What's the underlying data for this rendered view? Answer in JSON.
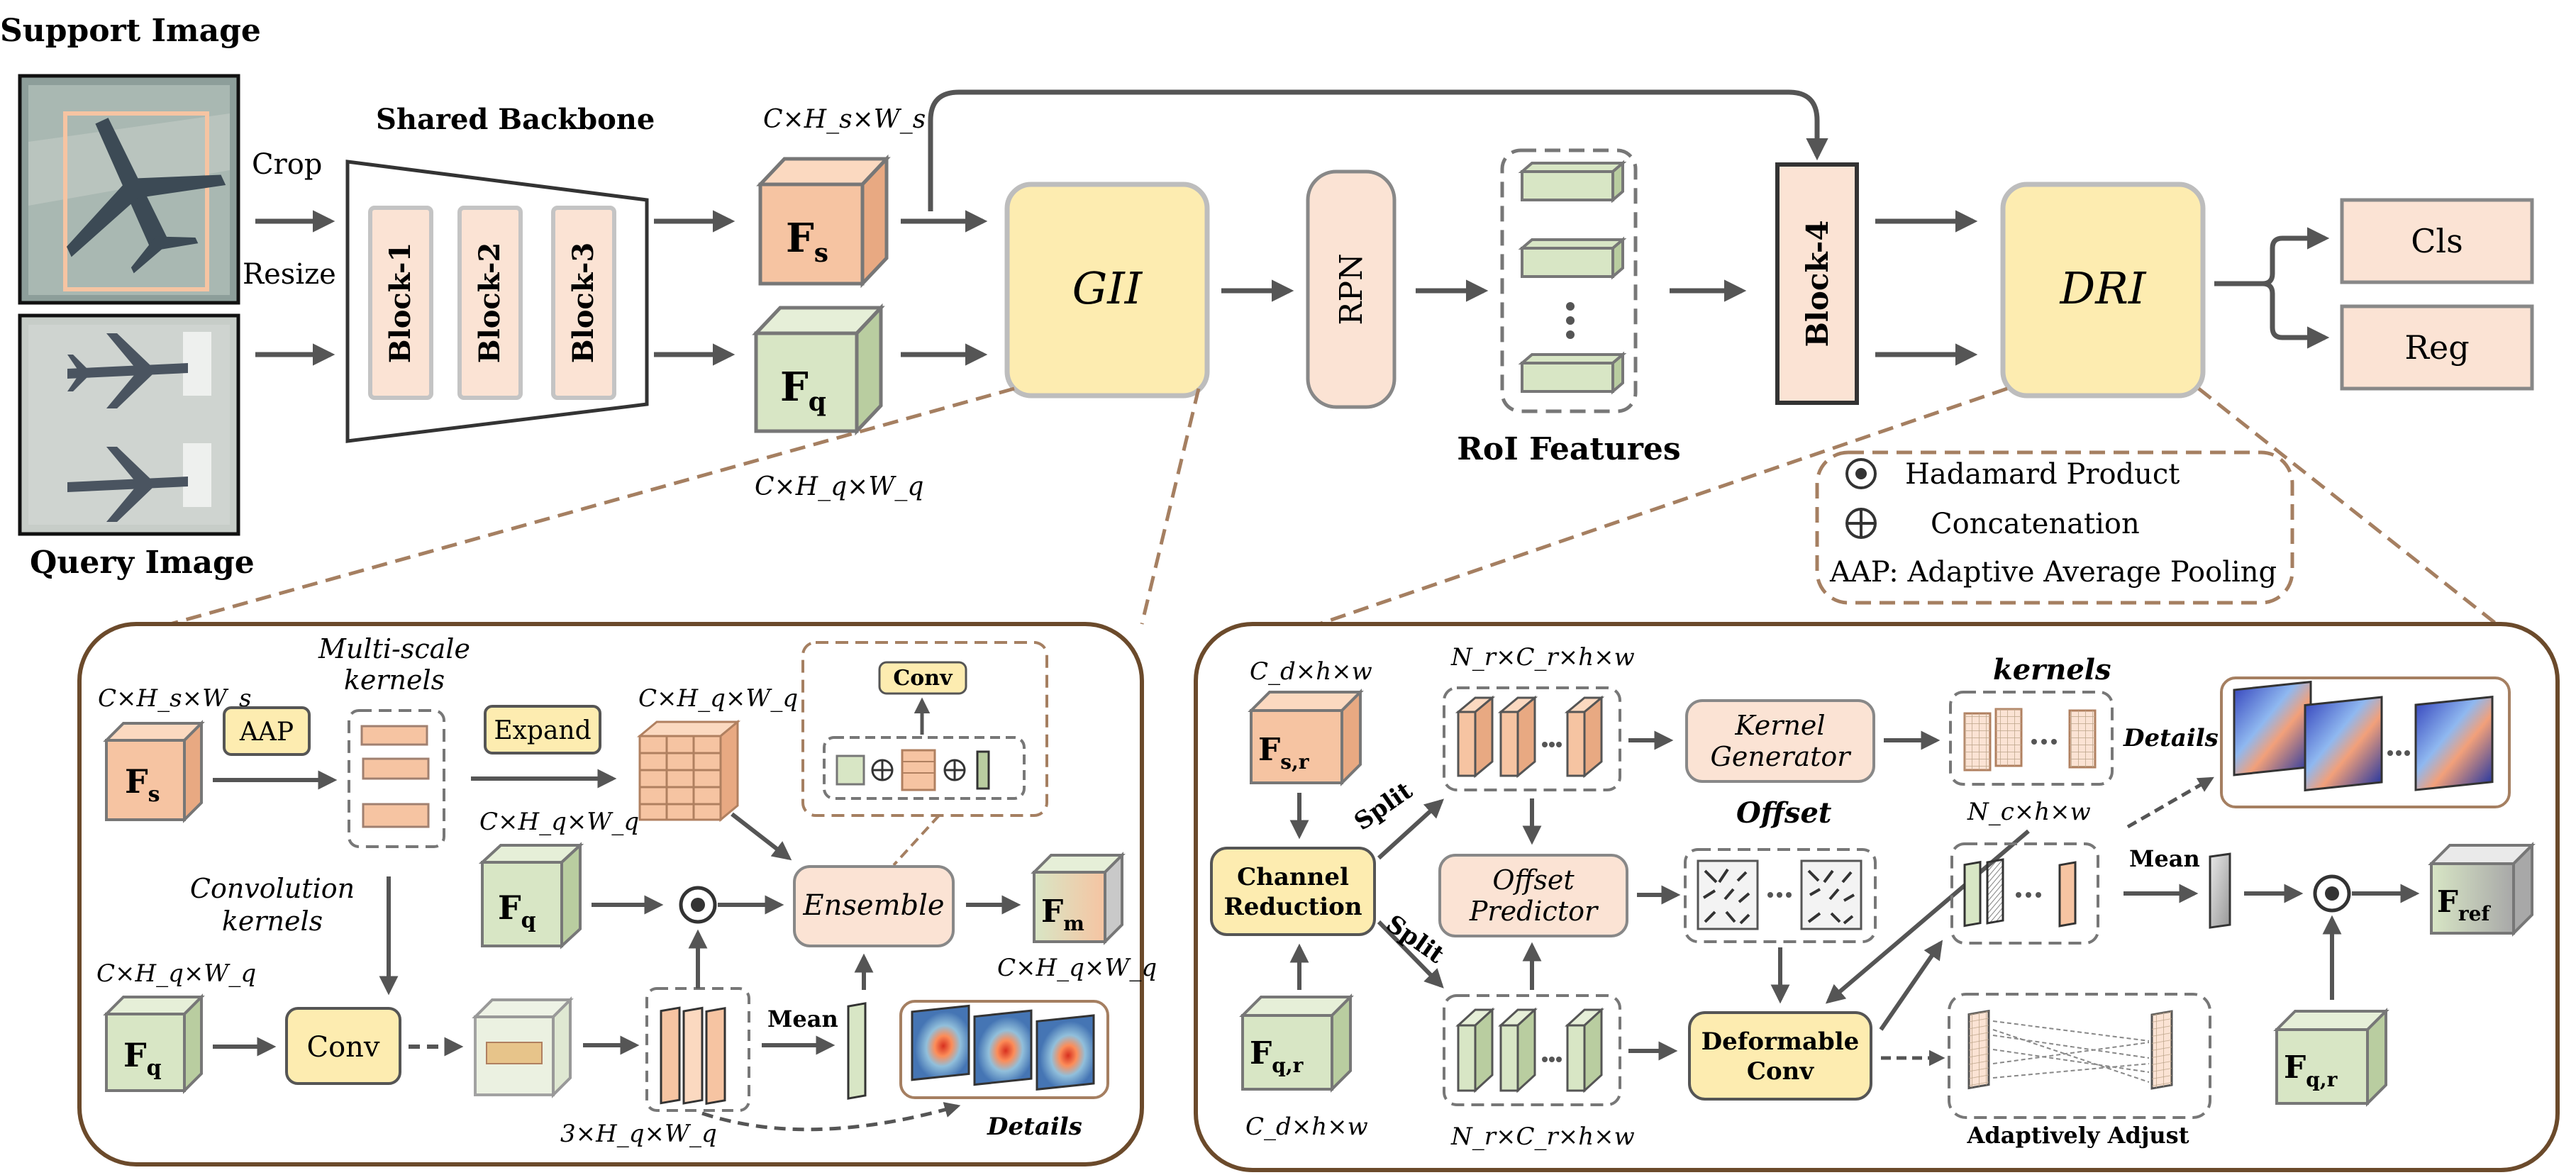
{
  "top": {
    "support_image_label": "Support Image",
    "query_image_label": "Query Image",
    "crop": "Crop",
    "resize": "Resize",
    "shared_backbone": "Shared Backbone",
    "blocks": [
      "Block-1",
      "Block-2",
      "Block-3"
    ],
    "fs_dims": "C×H_s×W_s",
    "fq_dims": "C×H_q×W_q",
    "fs": {
      "main": "F",
      "sub": "s"
    },
    "fq": {
      "main": "F",
      "sub": "q"
    },
    "gii": "GII",
    "rpn": "RPN",
    "roi_features": "RoI Features",
    "block4": "Block-4",
    "dri": "DRI",
    "cls": "Cls",
    "reg": "Reg"
  },
  "legend": {
    "hadamard": "Hadamard Product",
    "concat": "Concatenation",
    "aap": "AAP: Adaptive Average Pooling"
  },
  "gii_detail": {
    "fs_dims": "C×H_s×W_s",
    "aap": "AAP",
    "multiscale": [
      "Multi-scale",
      "kernels"
    ],
    "expand": "Expand",
    "expand_dims": "C×H_q×W_q",
    "conv_small": "Conv",
    "fq_mid_dims": "C×H_q×W_q",
    "convolution_kernels": [
      "Convolution",
      "kernels"
    ],
    "fq_bottom_dims": "C×H_q×W_q",
    "conv": "Conv",
    "ensemble": "Ensemble",
    "fm_dims": "C×H_q×W_q",
    "fm": {
      "main": "F",
      "sub": "m"
    },
    "mean": "Mean",
    "stack_dims": "3×H_q×W_q",
    "details": "Details"
  },
  "dri_detail": {
    "fsr_dims": "C_d×h×w",
    "fsr": {
      "main": "F",
      "sub": "s,r"
    },
    "fqr": {
      "main": "F",
      "sub": "q,r"
    },
    "fqr_dims": "C_d×h×w",
    "channel_reduction": [
      "Channel",
      "Reduction"
    ],
    "split": "Split",
    "top_split_dims": "N_r×C_r×h×w",
    "bottom_split_dims": "N_r×C_r×h×w",
    "kernel_generator": [
      "Kernel",
      "Generator"
    ],
    "kernels": "kernels",
    "kernels_dims": "N_c×h×w",
    "details": "Details",
    "offset": "Offset",
    "offset_predictor": [
      "Offset",
      "Predictor"
    ],
    "deformable_conv": [
      "Deformable",
      "Conv"
    ],
    "mean": "Mean",
    "fref": {
      "main": "F",
      "sub": "ref"
    },
    "adaptively_adjust": "Adaptively Adjust"
  },
  "colors": {
    "orange_face": "#f6c4a2",
    "green_face": "#d8e6c5",
    "yellow": "#fdecb0",
    "peach": "#fbe3d4",
    "brown_border": "#6b4a2b",
    "dashed_brown": "#a57f61",
    "arrow": "#555555"
  }
}
